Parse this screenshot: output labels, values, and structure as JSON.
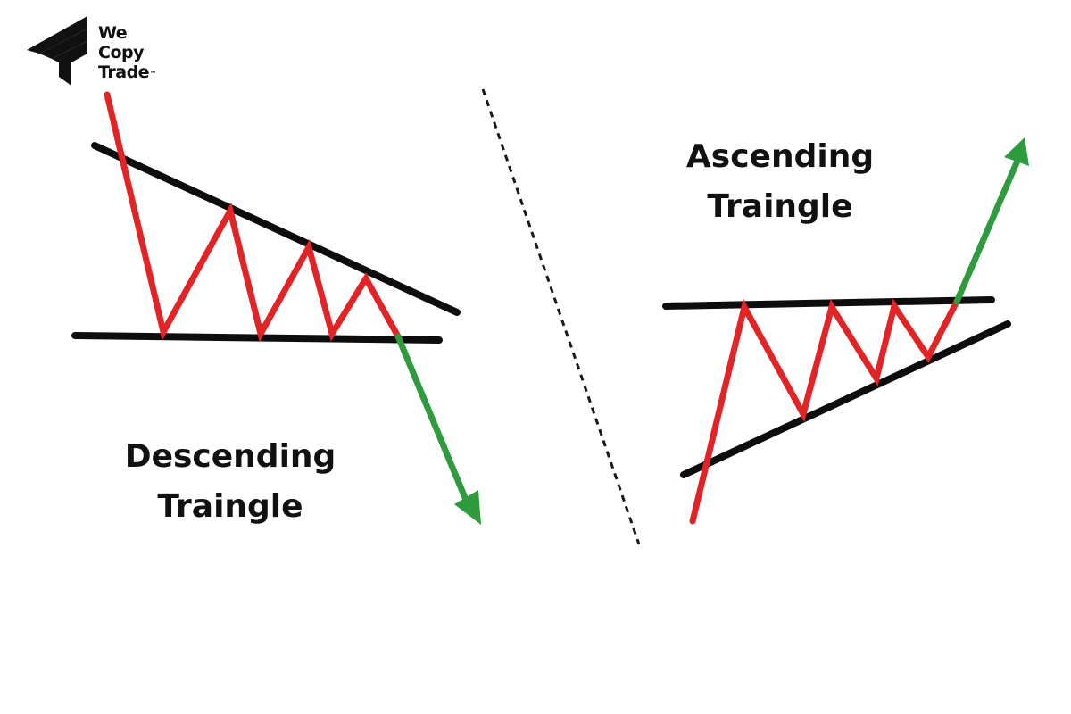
{
  "brand": {
    "line1": "We",
    "line2": "Copy",
    "line3": "Trade",
    "trademark": "™",
    "logo_icon": "stacked-chevron-arrow-icon"
  },
  "descending": {
    "line1": "Descending",
    "line2": "Traingle"
  },
  "ascending": {
    "line1": "Ascending",
    "line2": "Traingle"
  },
  "colors": {
    "price_line": "#e32426",
    "trend_line": "#0d0d0d",
    "breakout_arrow": "#2e9b3e",
    "divider": "#1a1a1a",
    "text": "#111111"
  },
  "icons": {
    "breakdown_arrow": "arrow-down-right-icon",
    "breakout_arrow": "arrow-up-right-icon"
  }
}
